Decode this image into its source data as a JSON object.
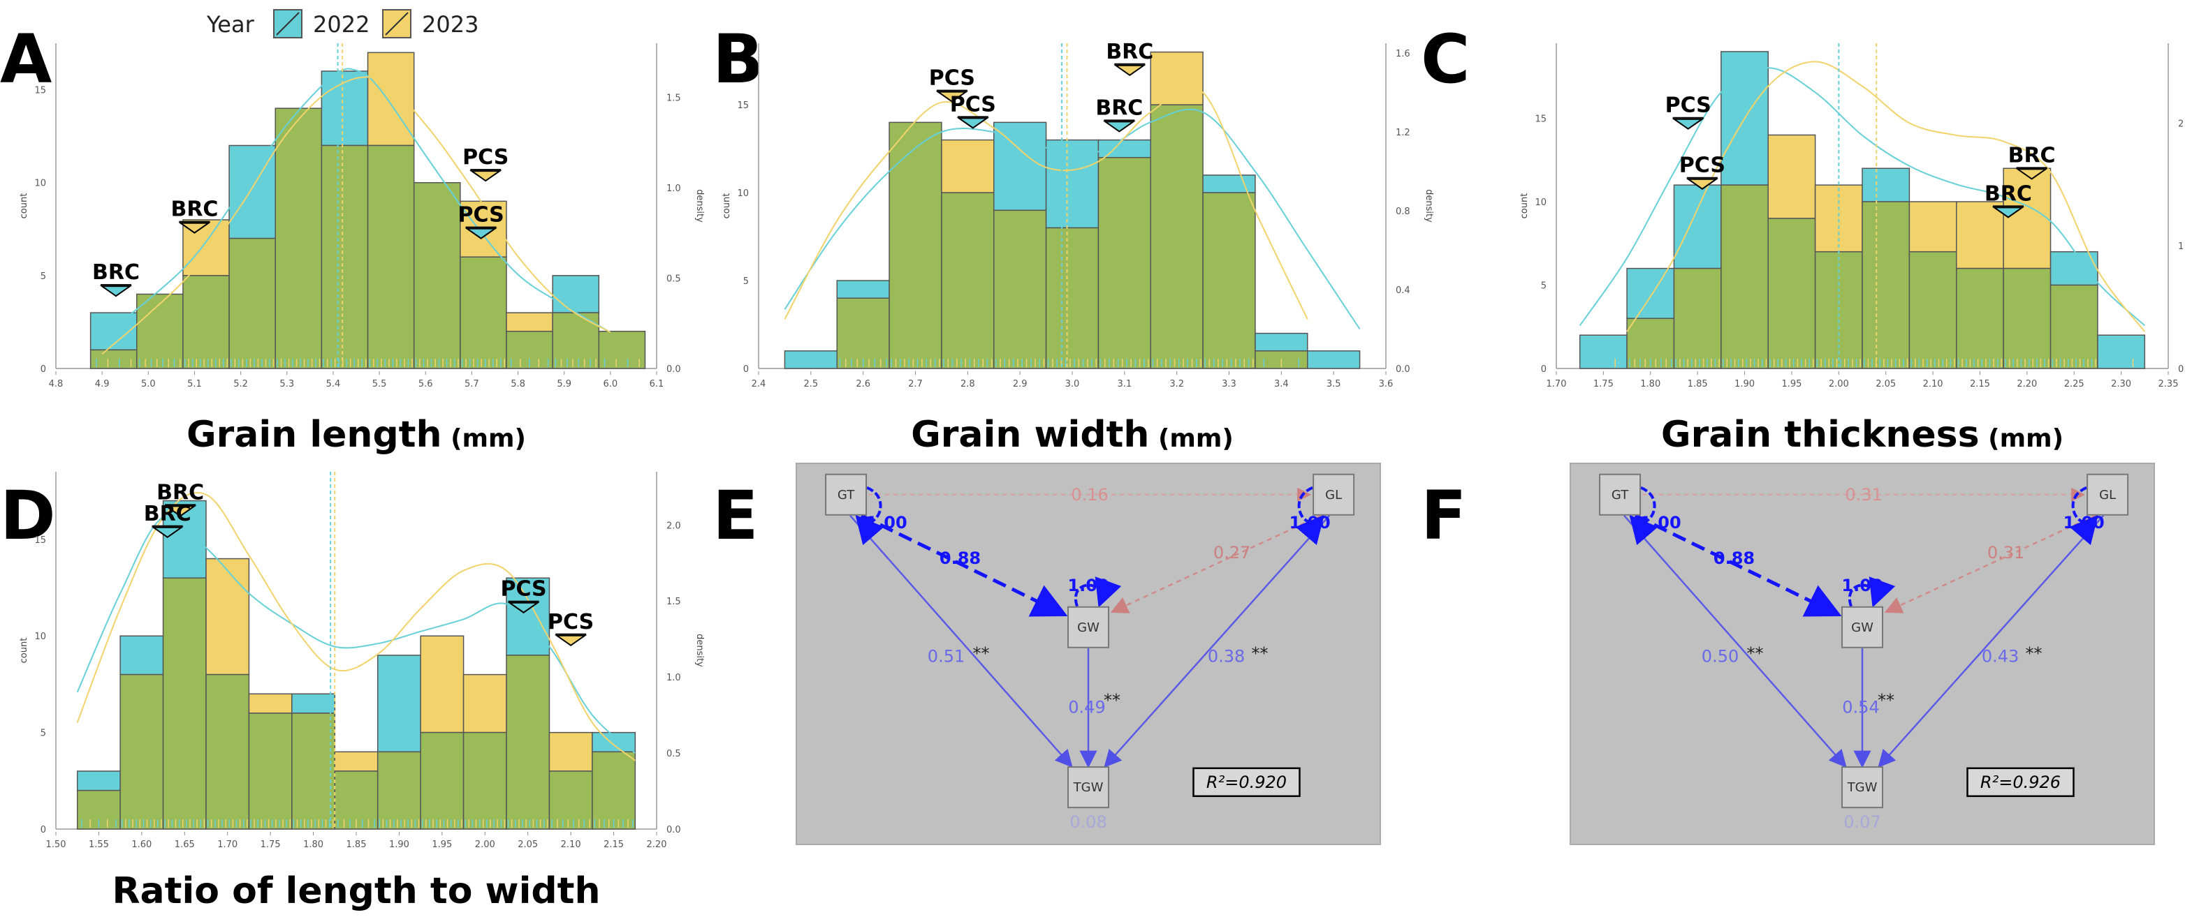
{
  "legend": {
    "title": "Year",
    "items": [
      {
        "label": "2022",
        "color": "#66d0d8"
      },
      {
        "label": "2023",
        "color": "#f2d36b"
      }
    ]
  },
  "colors": {
    "c2022": "#66d0d8",
    "c2023": "#f2d36b",
    "overlap": "#9bbb59",
    "path_blue": "#1414ff",
    "path_pink": "#d98c8c",
    "sem_bg": "#c0c0c0"
  },
  "chart_data": [
    {
      "id": "A",
      "type": "histogram",
      "letter": "A",
      "xlabel": "Grain length",
      "xunit": "(mm)",
      "ylabel": "count",
      "y2label": "density",
      "xlim": [
        4.8,
        6.1
      ],
      "ylim": [
        0,
        17.5
      ],
      "y2lim": [
        0,
        1.8
      ],
      "xticks": [
        "4.8",
        "4.9",
        "5.0",
        "5.1",
        "5.2",
        "5.3",
        "5.4",
        "5.5",
        "5.6",
        "5.7",
        "5.8",
        "5.9",
        "6.0",
        "6.1"
      ],
      "yticks": [
        "0",
        "5",
        "10",
        "15"
      ],
      "y2ticks": [
        "0.0",
        "0.5",
        "1.0",
        "1.5"
      ],
      "bins_start": 4.875,
      "bin_width": 0.1,
      "counts_2022": [
        3,
        4,
        5,
        12,
        14,
        16,
        12,
        10,
        6,
        2,
        5,
        2
      ],
      "counts_2023": [
        1,
        4,
        8,
        7,
        14,
        12,
        17,
        10,
        9,
        3,
        3,
        2
      ],
      "density_2022": [
        [
          4.9,
          0.18
        ],
        [
          5.0,
          0.38
        ],
        [
          5.1,
          0.62
        ],
        [
          5.2,
          0.98
        ],
        [
          5.3,
          1.35
        ],
        [
          5.4,
          1.62
        ],
        [
          5.45,
          1.65
        ],
        [
          5.5,
          1.55
        ],
        [
          5.6,
          1.18
        ],
        [
          5.7,
          0.82
        ],
        [
          5.8,
          0.52
        ],
        [
          5.9,
          0.35
        ],
        [
          6.0,
          0.2
        ]
      ],
      "density_2023": [
        [
          4.9,
          0.08
        ],
        [
          5.0,
          0.3
        ],
        [
          5.1,
          0.55
        ],
        [
          5.2,
          0.9
        ],
        [
          5.3,
          1.3
        ],
        [
          5.4,
          1.55
        ],
        [
          5.5,
          1.6
        ],
        [
          5.6,
          1.35
        ],
        [
          5.7,
          1.0
        ],
        [
          5.8,
          0.62
        ],
        [
          5.9,
          0.35
        ],
        [
          6.0,
          0.2
        ]
      ],
      "mean_2022": 5.41,
      "mean_2023": 5.42,
      "markers": [
        {
          "label": "BRC",
          "x": 4.93,
          "y": 4.2,
          "year": "2022"
        },
        {
          "label": "BRC",
          "x": 5.1,
          "y": 7.6,
          "year": "2023"
        },
        {
          "label": "PCS",
          "x": 5.73,
          "y": 10.4,
          "year": "2023"
        },
        {
          "label": "PCS",
          "x": 5.72,
          "y": 7.3,
          "year": "2022"
        }
      ]
    },
    {
      "id": "B",
      "type": "histogram",
      "letter": "B",
      "xlabel": "Grain width",
      "xunit": "(mm)",
      "ylabel": "count",
      "y2label": "density",
      "xlim": [
        2.4,
        3.6
      ],
      "ylim": [
        0,
        18.5
      ],
      "y2lim": [
        0,
        1.65
      ],
      "xticks": [
        "2.4",
        "2.5",
        "2.6",
        "2.7",
        "2.8",
        "2.9",
        "3.0",
        "3.1",
        "3.2",
        "3.3",
        "3.4",
        "3.5",
        "3.6"
      ],
      "yticks": [
        "0",
        "5",
        "10",
        "15"
      ],
      "y2ticks": [
        "0.0",
        "0.4",
        "0.8",
        "1.2",
        "1.6"
      ],
      "bins_start": 2.45,
      "bin_width": 0.1,
      "counts_2022": [
        1,
        5,
        14,
        10,
        14,
        13,
        13,
        15,
        11,
        2,
        1
      ],
      "counts_2023": [
        0,
        4,
        14,
        13,
        9,
        8,
        12,
        18,
        10,
        1,
        0
      ],
      "density_2022": [
        [
          2.45,
          0.3
        ],
        [
          2.55,
          0.7
        ],
        [
          2.65,
          1.0
        ],
        [
          2.75,
          1.2
        ],
        [
          2.85,
          1.2
        ],
        [
          2.95,
          1.12
        ],
        [
          3.05,
          1.1
        ],
        [
          3.15,
          1.25
        ],
        [
          3.25,
          1.3
        ],
        [
          3.35,
          1.0
        ],
        [
          3.45,
          0.6
        ],
        [
          3.55,
          0.2
        ]
      ],
      "density_2023": [
        [
          2.45,
          0.25
        ],
        [
          2.55,
          0.75
        ],
        [
          2.65,
          1.1
        ],
        [
          2.75,
          1.35
        ],
        [
          2.85,
          1.22
        ],
        [
          2.95,
          1.02
        ],
        [
          3.05,
          1.05
        ],
        [
          3.15,
          1.3
        ],
        [
          3.25,
          1.4
        ],
        [
          3.35,
          0.8
        ],
        [
          3.45,
          0.25
        ]
      ],
      "mean_2022": 2.98,
      "mean_2023": 2.99,
      "markers": [
        {
          "label": "PCS",
          "x": 2.77,
          "y": 15.5,
          "year": "2023"
        },
        {
          "label": "PCS",
          "x": 2.81,
          "y": 14.0,
          "year": "2022"
        },
        {
          "label": "BRC",
          "x": 3.09,
          "y": 13.8,
          "year": "2022"
        },
        {
          "label": "BRC",
          "x": 3.11,
          "y": 17.0,
          "year": "2023"
        }
      ]
    },
    {
      "id": "C",
      "type": "histogram",
      "letter": "C",
      "xlabel": "Grain thickness",
      "xunit": "(mm)",
      "ylabel": "count",
      "y2label": "density",
      "xlim": [
        1.7,
        2.35
      ],
      "ylim": [
        0,
        19.5
      ],
      "y2lim": [
        0,
        2.65
      ],
      "xticks": [
        "1.70",
        "1.75",
        "1.80",
        "1.85",
        "1.90",
        "1.95",
        "2.00",
        "2.05",
        "2.10",
        "2.15",
        "2.20",
        "2.25",
        "2.30",
        "2.35"
      ],
      "yticks": [
        "0",
        "5",
        "10",
        "15"
      ],
      "y2ticks": [
        "0",
        "1",
        "2"
      ],
      "bins_start": 1.725,
      "bin_width": 0.05,
      "counts_2022": [
        2,
        6,
        11,
        19,
        9,
        7,
        12,
        7,
        6,
        6,
        7,
        2
      ],
      "counts_2023": [
        0,
        3,
        6,
        11,
        14,
        11,
        10,
        10,
        10,
        12,
        5,
        0
      ],
      "density_2022": [
        [
          1.725,
          0.35
        ],
        [
          1.775,
          0.9
        ],
        [
          1.825,
          1.6
        ],
        [
          1.875,
          2.25
        ],
        [
          1.925,
          2.45
        ],
        [
          1.975,
          2.25
        ],
        [
          2.025,
          1.9
        ],
        [
          2.075,
          1.65
        ],
        [
          2.125,
          1.5
        ],
        [
          2.175,
          1.4
        ],
        [
          2.225,
          1.2
        ],
        [
          2.275,
          0.7
        ],
        [
          2.325,
          0.35
        ]
      ],
      "density_2023": [
        [
          1.775,
          0.3
        ],
        [
          1.825,
          0.9
        ],
        [
          1.875,
          1.7
        ],
        [
          1.925,
          2.3
        ],
        [
          1.975,
          2.5
        ],
        [
          2.025,
          2.3
        ],
        [
          2.075,
          2.0
        ],
        [
          2.125,
          1.9
        ],
        [
          2.175,
          1.85
        ],
        [
          2.225,
          1.6
        ],
        [
          2.275,
          0.8
        ],
        [
          2.325,
          0.3
        ]
      ],
      "mean_2022": 2.0,
      "mean_2023": 2.04,
      "markers": [
        {
          "label": "PCS",
          "x": 1.84,
          "y": 14.7,
          "year": "2022"
        },
        {
          "label": "PCS",
          "x": 1.855,
          "y": 11.1,
          "year": "2023"
        },
        {
          "label": "BRC",
          "x": 2.205,
          "y": 11.7,
          "year": "2023"
        },
        {
          "label": "BRC",
          "x": 2.18,
          "y": 9.4,
          "year": "2022"
        }
      ]
    },
    {
      "id": "D",
      "type": "histogram",
      "letter": "D",
      "xlabel": "Ratio of length to width",
      "xunit": "",
      "ylabel": "count",
      "y2label": "density",
      "xlim": [
        1.5,
        2.2
      ],
      "ylim": [
        0,
        18.5
      ],
      "y2lim": [
        0,
        2.35
      ],
      "xticks": [
        "1.50",
        "1.55",
        "1.60",
        "1.65",
        "1.70",
        "1.75",
        "1.80",
        "1.85",
        "1.90",
        "1.95",
        "2.00",
        "2.05",
        "2.10",
        "2.15",
        "2.20"
      ],
      "yticks": [
        "0",
        "5",
        "10",
        "15"
      ],
      "y2ticks": [
        "0.0",
        "0.5",
        "1.0",
        "1.5",
        "2.0"
      ],
      "bins_start": 1.525,
      "bin_width": 0.05,
      "counts_2022": [
        3,
        10,
        17,
        8,
        6,
        7,
        3,
        9,
        5,
        5,
        13,
        3,
        5
      ],
      "counts_2023": [
        2,
        8,
        13,
        14,
        7,
        6,
        4,
        4,
        10,
        8,
        9,
        5,
        4
      ],
      "density_2022": [
        [
          1.525,
          0.9
        ],
        [
          1.575,
          1.55
        ],
        [
          1.625,
          2.05
        ],
        [
          1.675,
          1.85
        ],
        [
          1.725,
          1.55
        ],
        [
          1.775,
          1.35
        ],
        [
          1.825,
          1.2
        ],
        [
          1.875,
          1.22
        ],
        [
          1.925,
          1.3
        ],
        [
          1.975,
          1.38
        ],
        [
          2.025,
          1.48
        ],
        [
          2.075,
          1.2
        ],
        [
          2.125,
          0.75
        ],
        [
          2.175,
          0.5
        ]
      ],
      "density_2023": [
        [
          1.525,
          0.7
        ],
        [
          1.575,
          1.45
        ],
        [
          1.625,
          2.05
        ],
        [
          1.675,
          2.2
        ],
        [
          1.725,
          1.8
        ],
        [
          1.775,
          1.35
        ],
        [
          1.825,
          1.05
        ],
        [
          1.875,
          1.15
        ],
        [
          1.925,
          1.45
        ],
        [
          1.975,
          1.7
        ],
        [
          2.025,
          1.7
        ],
        [
          2.075,
          1.25
        ],
        [
          2.125,
          0.7
        ],
        [
          2.175,
          0.45
        ]
      ],
      "mean_2022": 1.82,
      "mean_2023": 1.825,
      "markers": [
        {
          "label": "BRC",
          "x": 1.645,
          "y": 16.5,
          "year": "2023"
        },
        {
          "label": "BRC",
          "x": 1.63,
          "y": 15.4,
          "year": "2022"
        },
        {
          "label": "PCS",
          "x": 2.045,
          "y": 11.5,
          "year": "2022"
        },
        {
          "label": "PCS",
          "x": 2.1,
          "y": 9.8,
          "year": "2023"
        }
      ]
    }
  ],
  "sem": [
    {
      "id": "E",
      "letter": "E",
      "nodes": {
        "GT": "GT",
        "GL": "GL",
        "GW": "GW",
        "TGW": "TGW"
      },
      "paths": {
        "gt_gl": "0.16",
        "gt_self": "1.00",
        "gt_gw": "0.88",
        "gw_self": "1.00",
        "gl_self": "1.00",
        "gl_gw": "0.27",
        "gt_tgw": "0.51",
        "gl_tgw": "0.38",
        "gw_tgw": "0.49",
        "tgw_resid": "0.08"
      },
      "sig": "**",
      "r2": "R²=0.920"
    },
    {
      "id": "F",
      "letter": "F",
      "nodes": {
        "GT": "GT",
        "GL": "GL",
        "GW": "GW",
        "TGW": "TGW"
      },
      "paths": {
        "gt_gl": "0.31",
        "gt_self": "1.00",
        "gt_gw": "0.88",
        "gw_self": "1.00",
        "gl_self": "1.00",
        "gl_gw": "0.31",
        "gt_tgw": "0.50",
        "gl_tgw": "0.43",
        "gw_tgw": "0.54",
        "tgw_resid": "0.07"
      },
      "sig": "**",
      "r2": "R²=0.926"
    }
  ]
}
